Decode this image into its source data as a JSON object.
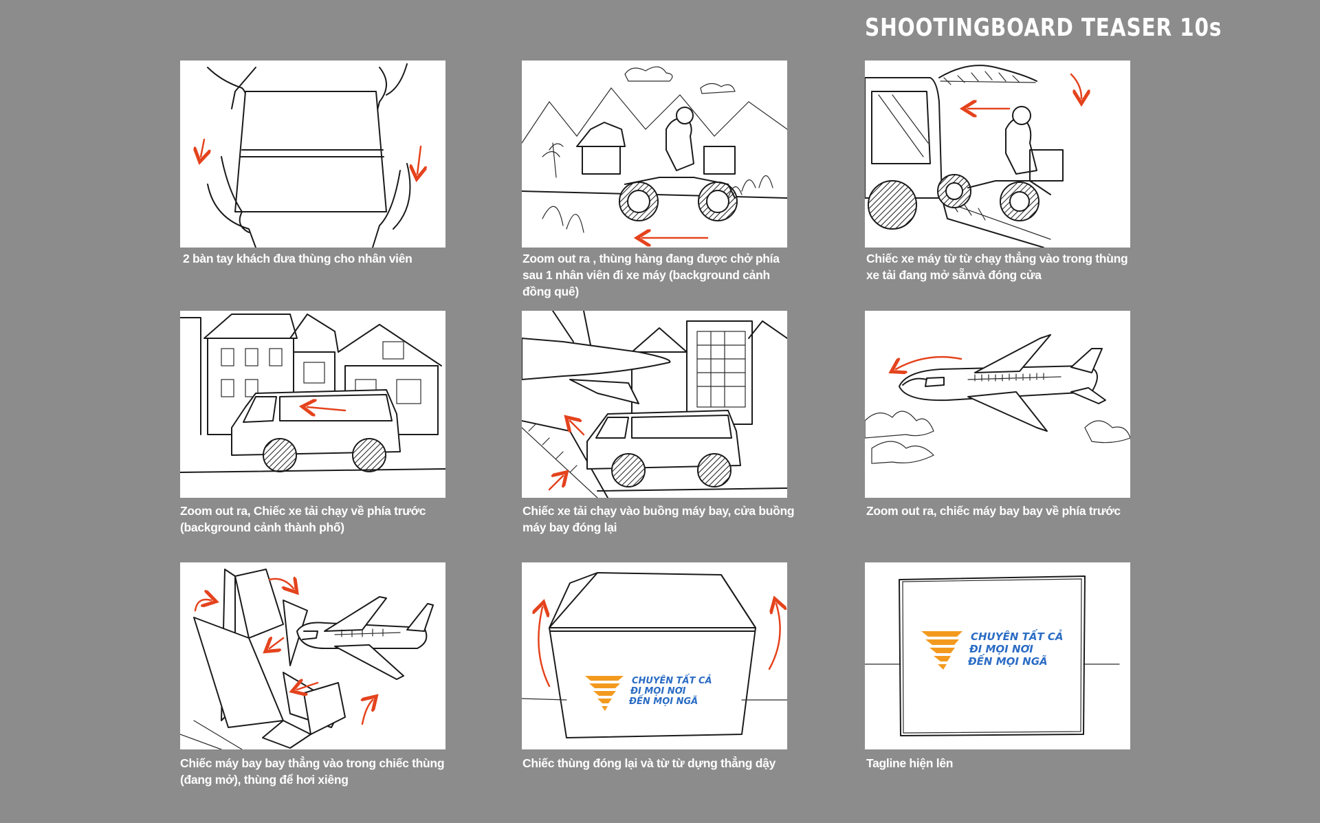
{
  "title": "SHOOTINGBOARD TEASER 10s",
  "colors": {
    "background": "#8c8c8c",
    "accent_arrow": "#e4431d",
    "tagline_blue": "#2b6cc4",
    "tagline_orange": "#f39a1e"
  },
  "tagline": {
    "line1": "CHUYÊN TẤT CẢ",
    "line2": "ĐI MỌI NƠI",
    "line3": "ĐẾN MỌI NGÃ"
  },
  "frames": [
    {
      "caption": "2 bàn tay khách đưa thùng cho nhân viên"
    },
    {
      "caption": "Zoom out ra , thùng hàng đang được chở phía sau 1 nhân viên đi xe máy (background cảnh đồng quê)"
    },
    {
      "caption": "Chiếc xe máy từ từ chạy thẳng vào trong thùng xe tải đang mở sẵnvà đóng cửa"
    },
    {
      "caption": "Zoom out ra, Chiếc xe tải chạy về phía trước (background cảnh thành phố)"
    },
    {
      "caption": "Chiếc xe tải chạy vào buồng máy bay, cửa buồng máy bay đóng lại"
    },
    {
      "caption": "Zoom out ra,  chiếc máy bay bay về phía trước"
    },
    {
      "caption": "Chiếc máy bay bay thẳng vào trong chiếc thùng (đang mở), thùng để hơi xiêng"
    },
    {
      "caption": "Chiếc thùng đóng lại và từ từ dựng thẳng dậy"
    },
    {
      "caption": "Tagline hiện lên"
    }
  ]
}
